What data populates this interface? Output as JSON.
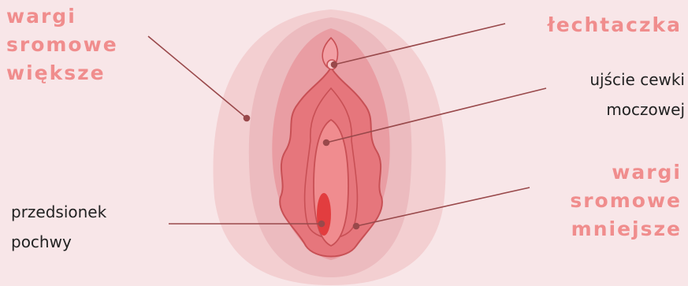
{
  "labels": {
    "wargi_wieksze": [
      "wargi",
      "sromowe",
      "większe"
    ],
    "lechtaczka": "łechtaczka",
    "ujscie": [
      "ujście cewki",
      "moczowej"
    ],
    "wargi_mniejsze": [
      "wargi",
      "sromowe",
      "mniejsze"
    ],
    "przedsionek": [
      "przedsionek",
      "pochwy"
    ]
  },
  "colors": {
    "background": "#f8e6e8",
    "outer_labia": "#f3cfd1",
    "outer_shade": "#eab4b8",
    "clitoral_hood": "#e99da3",
    "inner_labia": "#e6767c",
    "vestibule": "#f08c8f",
    "vaginal_opening": "#e23d3f",
    "outline": "#c85055",
    "leader_line": "#99494b",
    "accent_text": "#f08d8d"
  }
}
